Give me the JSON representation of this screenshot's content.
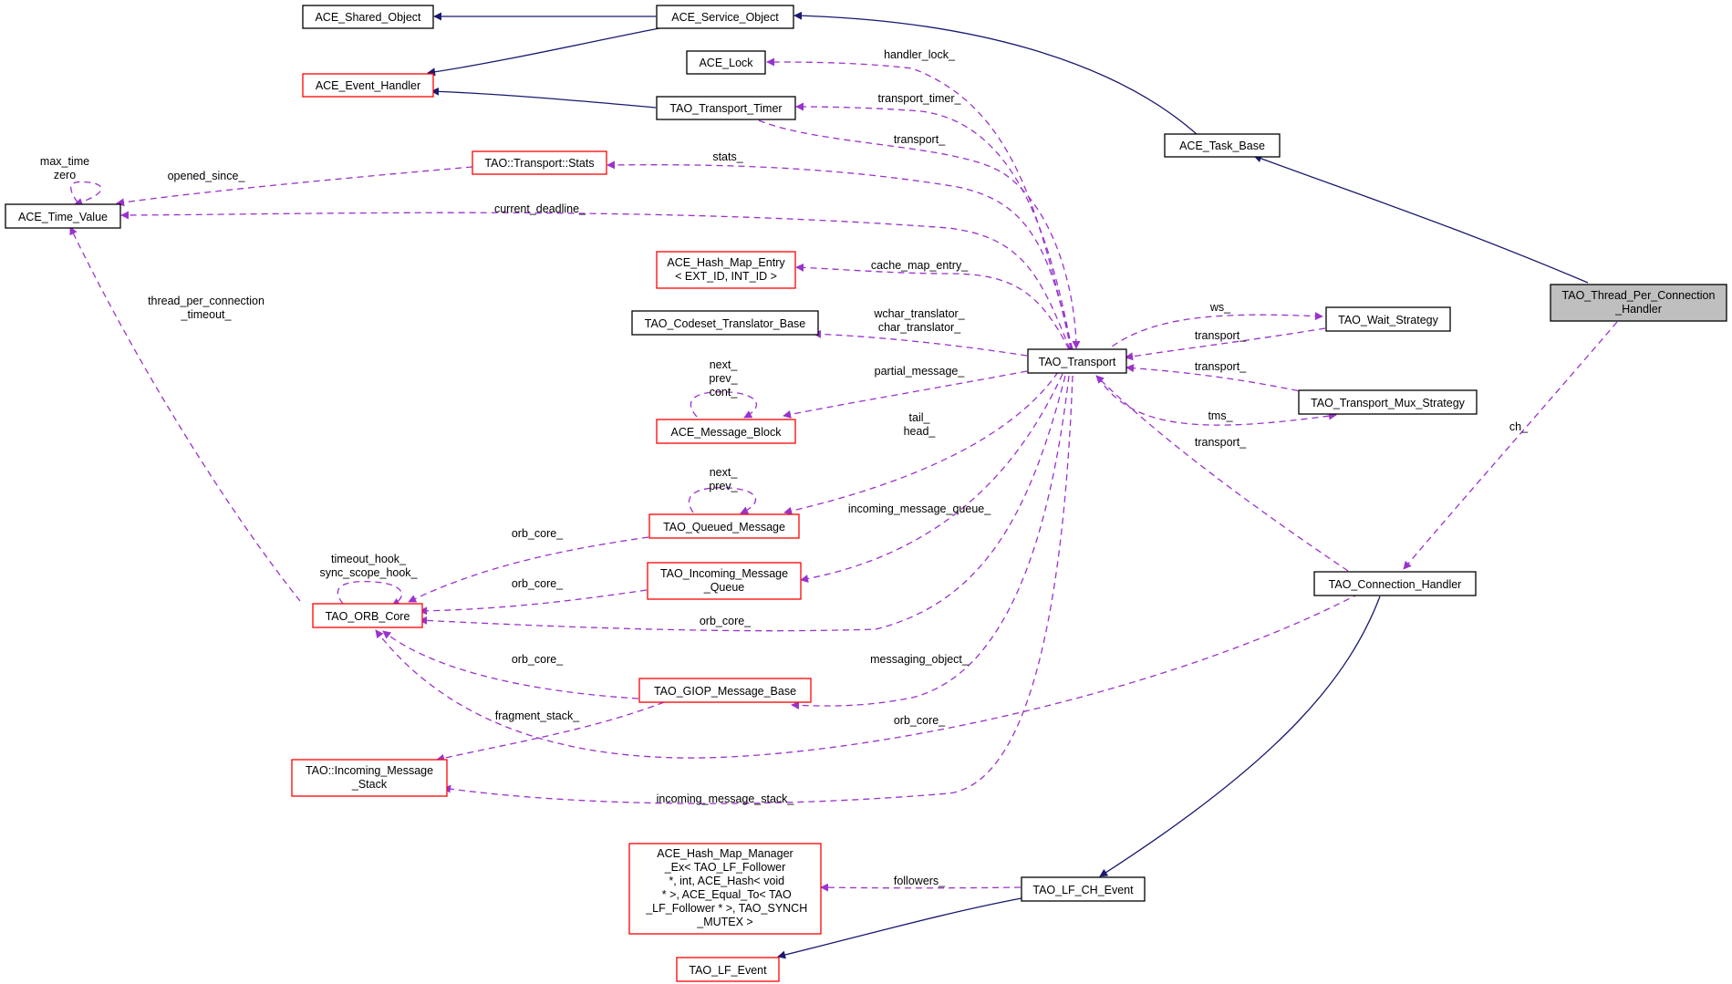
{
  "diagram": {
    "type": "collaboration",
    "colors": {
      "inheritance": "#191970",
      "usage": "#9a32cd",
      "node_border": "#000000",
      "incomplete_border": "#ff0000",
      "focus_fill": "#bfbfbf"
    },
    "nodes": {
      "ace_shared_object": [
        "ACE_Shared_Object"
      ],
      "ace_service_object": [
        "ACE_Service_Object"
      ],
      "ace_event_handler": [
        "ACE_Event_Handler"
      ],
      "ace_lock": [
        "ACE_Lock"
      ],
      "tao_transport_timer": [
        "TAO_Transport_Timer"
      ],
      "ace_task_base": [
        "ACE_Task_Base"
      ],
      "tao_transport_stats": [
        "TAO::Transport::Stats"
      ],
      "ace_time_value": [
        "ACE_Time_Value"
      ],
      "ace_hash_map_entry": [
        "ACE_Hash_Map_Entry",
        "< EXT_ID, INT_ID >"
      ],
      "tao_thread_per_connection_handler": [
        "TAO_Thread_Per_Connection",
        "_Handler"
      ],
      "tao_codeset_translator_base": [
        "TAO_Codeset_Translator_Base"
      ],
      "tao_transport": [
        "TAO_Transport"
      ],
      "tao_wait_strategy": [
        "TAO_Wait_Strategy"
      ],
      "ace_message_block": [
        "ACE_Message_Block"
      ],
      "tao_transport_mux_strategy": [
        "TAO_Transport_Mux_Strategy"
      ],
      "tao_queued_message": [
        "TAO_Queued_Message"
      ],
      "tao_incoming_message_queue": [
        "TAO_Incoming_Message",
        "_Queue"
      ],
      "tao_orb_core": [
        "TAO_ORB_Core"
      ],
      "tao_connection_handler": [
        "TAO_Connection_Handler"
      ],
      "tao_giop_message_base": [
        "TAO_GIOP_Message_Base"
      ],
      "tao_incoming_message_stack": [
        "TAO::Incoming_Message",
        "_Stack"
      ],
      "ace_hash_map_manager_ex": [
        "ACE_Hash_Map_Manager",
        "_Ex< TAO_LF_Follower",
        " *, int, ACE_Hash< void",
        " * >, ACE_Equal_To< TAO",
        " _LF_Follower * >, TAO_SYNCH",
        "_MUTEX >"
      ],
      "tao_lf_ch_event": [
        "TAO_LF_CH_Event"
      ],
      "tao_lf_event": [
        "TAO_LF_Event"
      ]
    },
    "edge_labels": {
      "handler_lock": [
        "handler_lock_"
      ],
      "transport_timer": [
        "transport_timer_"
      ],
      "transport_from_timer": [
        "transport_"
      ],
      "stats": [
        "stats_"
      ],
      "opened_since": [
        "opened_since_"
      ],
      "max_time_zero": [
        "max_time",
        "zero"
      ],
      "current_deadline": [
        "current_deadline_"
      ],
      "cache_map_entry": [
        "cache_map_entry_"
      ],
      "thread_per_connection_timeout": [
        "thread_per_connection",
        "_timeout_"
      ],
      "translators": [
        "wchar_translator_",
        "char_translator_"
      ],
      "ws": [
        "ws_"
      ],
      "transport_from_wait": [
        "transport_"
      ],
      "partial_message": [
        "partial_message_"
      ],
      "next_prev_cont": [
        "next_",
        "prev_",
        "cont_"
      ],
      "transport_from_mux": [
        "transport_"
      ],
      "tms": [
        "tms_"
      ],
      "tail_head": [
        "tail_",
        "head_"
      ],
      "transport_from_connection": [
        "transport_"
      ],
      "ch": [
        "ch_"
      ],
      "next_prev": [
        "next_",
        "prev_"
      ],
      "incoming_message_queue": [
        "incoming_message_queue_"
      ],
      "orb_core_queued": [
        "orb_core_"
      ],
      "timeout_sync_scope": [
        "timeout_hook_",
        "sync_scope_hook_"
      ],
      "orb_core_incoming": [
        "orb_core_"
      ],
      "orb_core_transport": [
        "orb_core_"
      ],
      "messaging_object": [
        "messaging_object_"
      ],
      "orb_core_giop": [
        "orb_core_"
      ],
      "fragment_stack": [
        "fragment_stack_"
      ],
      "orb_core_connection": [
        "orb_core_"
      ],
      "incoming_message_stack": [
        "incoming_message_stack_"
      ],
      "followers": [
        "followers_"
      ]
    }
  }
}
